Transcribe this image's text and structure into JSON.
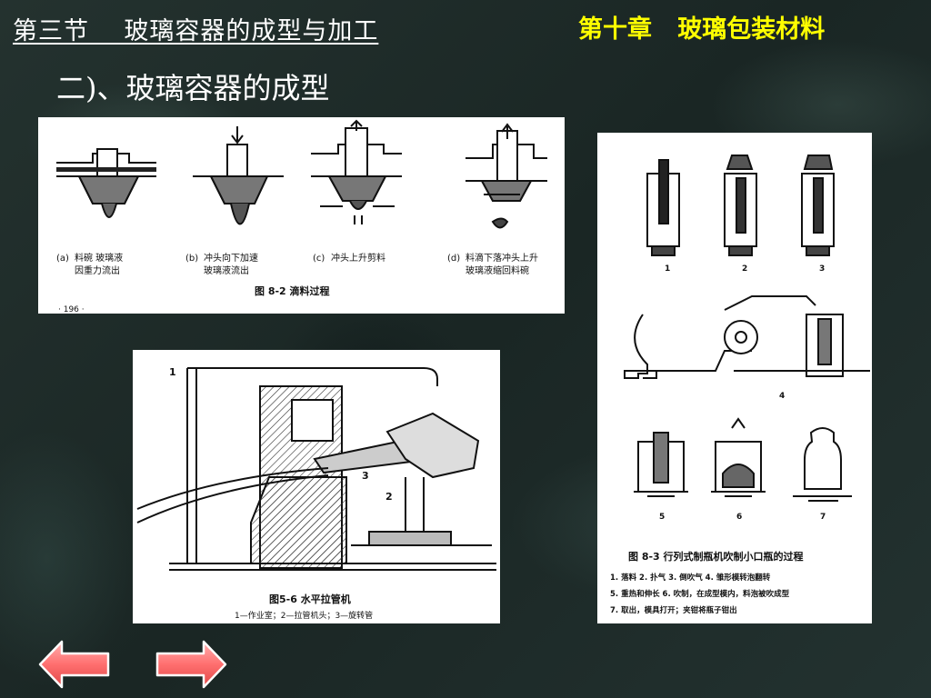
{
  "header": {
    "section_title": "第三节    玻璃容器的成型与加工",
    "chapter_title": "第十章   玻璃包装材料",
    "subsection_title": "二)、玻璃容器的成型"
  },
  "figure_dripping": {
    "steps": [
      {
        "tag": "(a)",
        "line1": "料碗  玻璃液",
        "line2": "因重力流出"
      },
      {
        "tag": "(b)",
        "line1": "冲头向下加速",
        "line2": "玻璃液流出"
      },
      {
        "tag": "(c)",
        "line1": "冲头上升剪料",
        "line2": ""
      },
      {
        "tag": "(d)",
        "line1": "料滴下落冲头上升",
        "line2": "玻璃液缩回料碗"
      }
    ],
    "caption": "图 8-2   滴料过程",
    "page_number": "· 196 ·"
  },
  "figure_tube": {
    "labels": [
      "1",
      "2",
      "3"
    ],
    "caption": "图5-6   水平拉管机",
    "legend": "1—作业室；2—拉管机头；3—旋转管"
  },
  "figure_bottle": {
    "step_numbers": [
      "1",
      "2",
      "3",
      "4",
      "5",
      "6",
      "7"
    ],
    "caption": "图 8-3   行列式制瓶机吹制小口瓶的过程",
    "legend_lines": [
      "1. 落料  2. 扑气  3. 倒吹气  4. 雏形模转泡翻转",
      "5. 重热和伸长  6. 吹制，在成型模内，料泡被吹成型",
      "7. 取出，模具打开；夹钳将瓶子钳出"
    ]
  },
  "nav": {
    "prev_icon": "left-arrow-icon",
    "next_icon": "right-arrow-icon",
    "arrow_fill": "#ff7a7a",
    "arrow_border": "#ffffff"
  }
}
